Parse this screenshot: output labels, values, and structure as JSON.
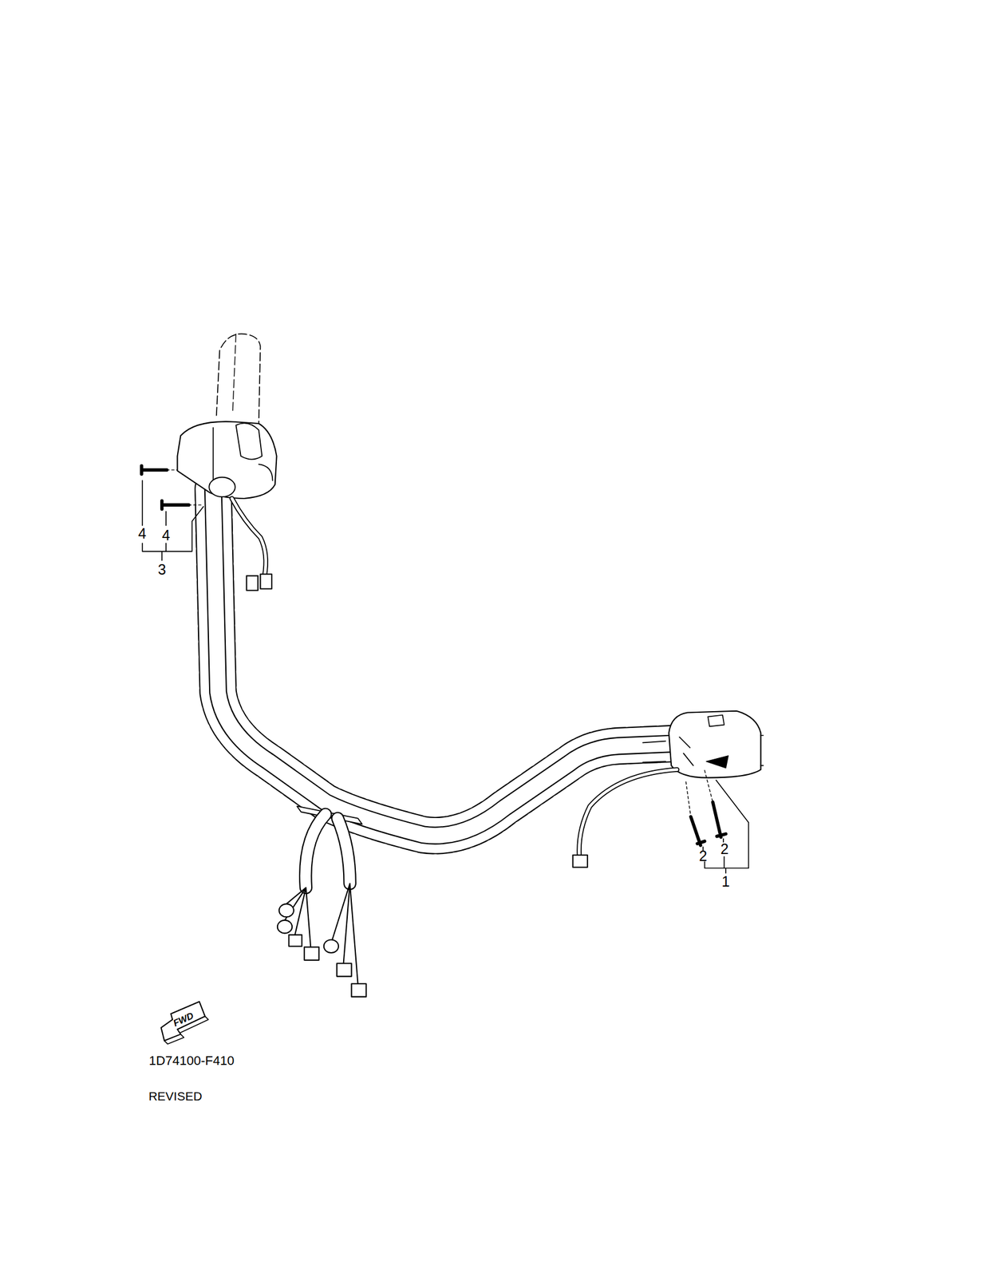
{
  "diagram": {
    "labels": [
      "4",
      "4",
      "3",
      "2",
      "2",
      "1",
      "FWD",
      "1D74100-F410",
      "REVISED"
    ]
  }
}
